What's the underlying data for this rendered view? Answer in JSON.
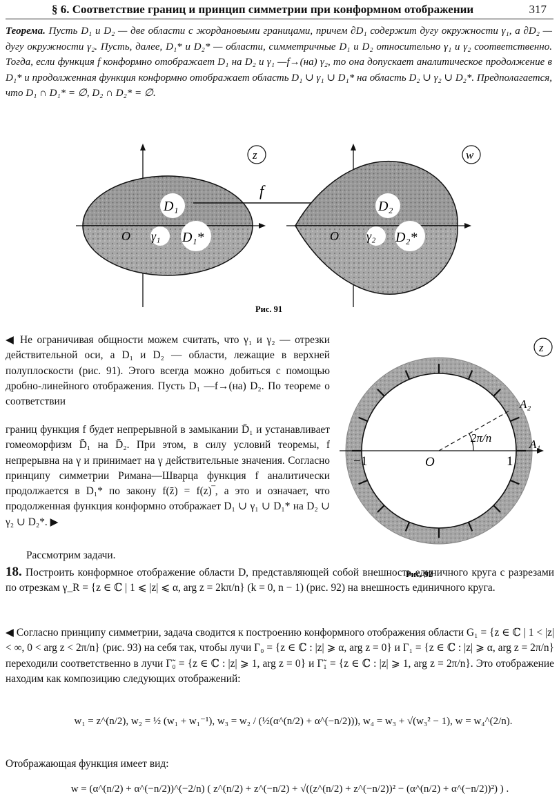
{
  "header": {
    "title": "§ 6. Соответствие границ и принцип симметрии при конформном отображении",
    "page_number": "317"
  },
  "theorem": {
    "label": "Теорема.",
    "text": "Пусть D₁ и D₂ — две области с жордановыми границами, причем ∂D₁ содержит дугу окружности γ₁, а ∂D₂ — дугу окружности γ₂. Пусть, далее, D₁* и D₂* — области, симметричные D₁ и D₂ относительно γ₁ и γ₂ соответственно. Тогда, если функция f конформно отображает D₁ на D₂ и γ₁ —f→(на) γ₂, то она допускает аналитическое продолжение в D₁* и продолженная функция конформно отображает область D₁ ∪ γ₁ ∪ D₁* на область D₂ ∪ γ₂ ∪ D₂*. Предполагается, что D₁ ∩ D₁* = ∅, D₂ ∩ D₂* = ∅."
  },
  "fig91": {
    "left_plane": "z",
    "right_plane": "w",
    "map_label": "f",
    "origin_left": "O",
    "origin_right": "O",
    "d1": "D₁",
    "d1s": "D₁*",
    "g1": "γ₁",
    "d2": "D₂",
    "d2s": "D₂*",
    "g2": "γ₂",
    "caption": "Рис. 91"
  },
  "proof": {
    "p1": "◀ Не ограничивая общности можем считать, что γ₁ и γ₂ — отрезки действительной оси, а D₁ и D₂ — области, лежащие в верхней полуплоскости (рис. 91). Этого всегда можно добиться с помощью дробно-линейного отображения. Пусть D₁ —f→(на) D₂. По теореме о соответствии",
    "p2": "границ функция f будет непрерывной в замыкании D̄₁ и устанавливает гомеоморфизм D̄₁ на D̄₂. При этом, в силу условий теоремы, f непрерывна на γ и принимает на γ действительные значения. Согласно принципу симметрии Римана—Шварца функция f аналитически продолжается в D₁* по закону f(z̄) = f(z)‾, а это и означает, что продолженная функция конформно отображает D₁ ∪ γ₁ ∪ D₁* на D₂ ∪ γ₂ ∪ D₂*. ▶"
  },
  "fig92": {
    "plane": "z",
    "origin": "O",
    "minus_one": "−1",
    "one": "1",
    "angle": "2π/n",
    "a1": "A₁",
    "a2": "A₂",
    "caption": "Рис. 92"
  },
  "consider": "Рассмотрим задачи.",
  "problem18": {
    "number": "18.",
    "text": "Построить конформное отображение области D, представляющей собой внешность единичного круга с разрезами по отрезкам γ_R = {z ∈ ℂ | 1 ⩽ |z| ⩽ α, arg z = 2kπ/n} (k = 0, n − 1) (рис. 92) на внешность единичного круга."
  },
  "solution": {
    "text": "◀ Согласно принципу симметрии, задача сводится к построению конформного отображения области G₁ = {z ∈ ℂ | 1 < |z| < ∞, 0 < arg z < 2π/n} (рис. 93) на себя так, чтобы лучи Γ₀ = {z ∈ ℂ : |z| ⩾ α, arg z = 0} и Γ₁ = {z ∈ ℂ : |z| ⩾ α, arg z = 2π/n} переходили соответственно в лучи Γ̃₀ = {z ∈ ℂ : |z| ⩾ 1, arg z = 0} и Γ̃₁ = {z ∈ ℂ : |z| ⩾ 1, arg z = 2π/n}. Это отображение находим как композицию следующих отображений:",
    "formulas": "w₁ = z^(n/2),   w₂ = ½ (w₁ + w₁⁻¹),   w₃ = w₂ / (½(α^(n/2) + α^(−n/2))),   w₄ = w₃ + √(w₃² − 1),   w = w₄^(2/n).",
    "result_label": "Отображающая функция имеет вид:",
    "result": "w = (α^(n/2) + α^(−n/2))^(−2/n) ( z^(n/2) + z^(−n/2) + √((z^(n/2) + z^(−n/2))² − (α^(n/2) + α^(−n/2))²) ) ."
  }
}
